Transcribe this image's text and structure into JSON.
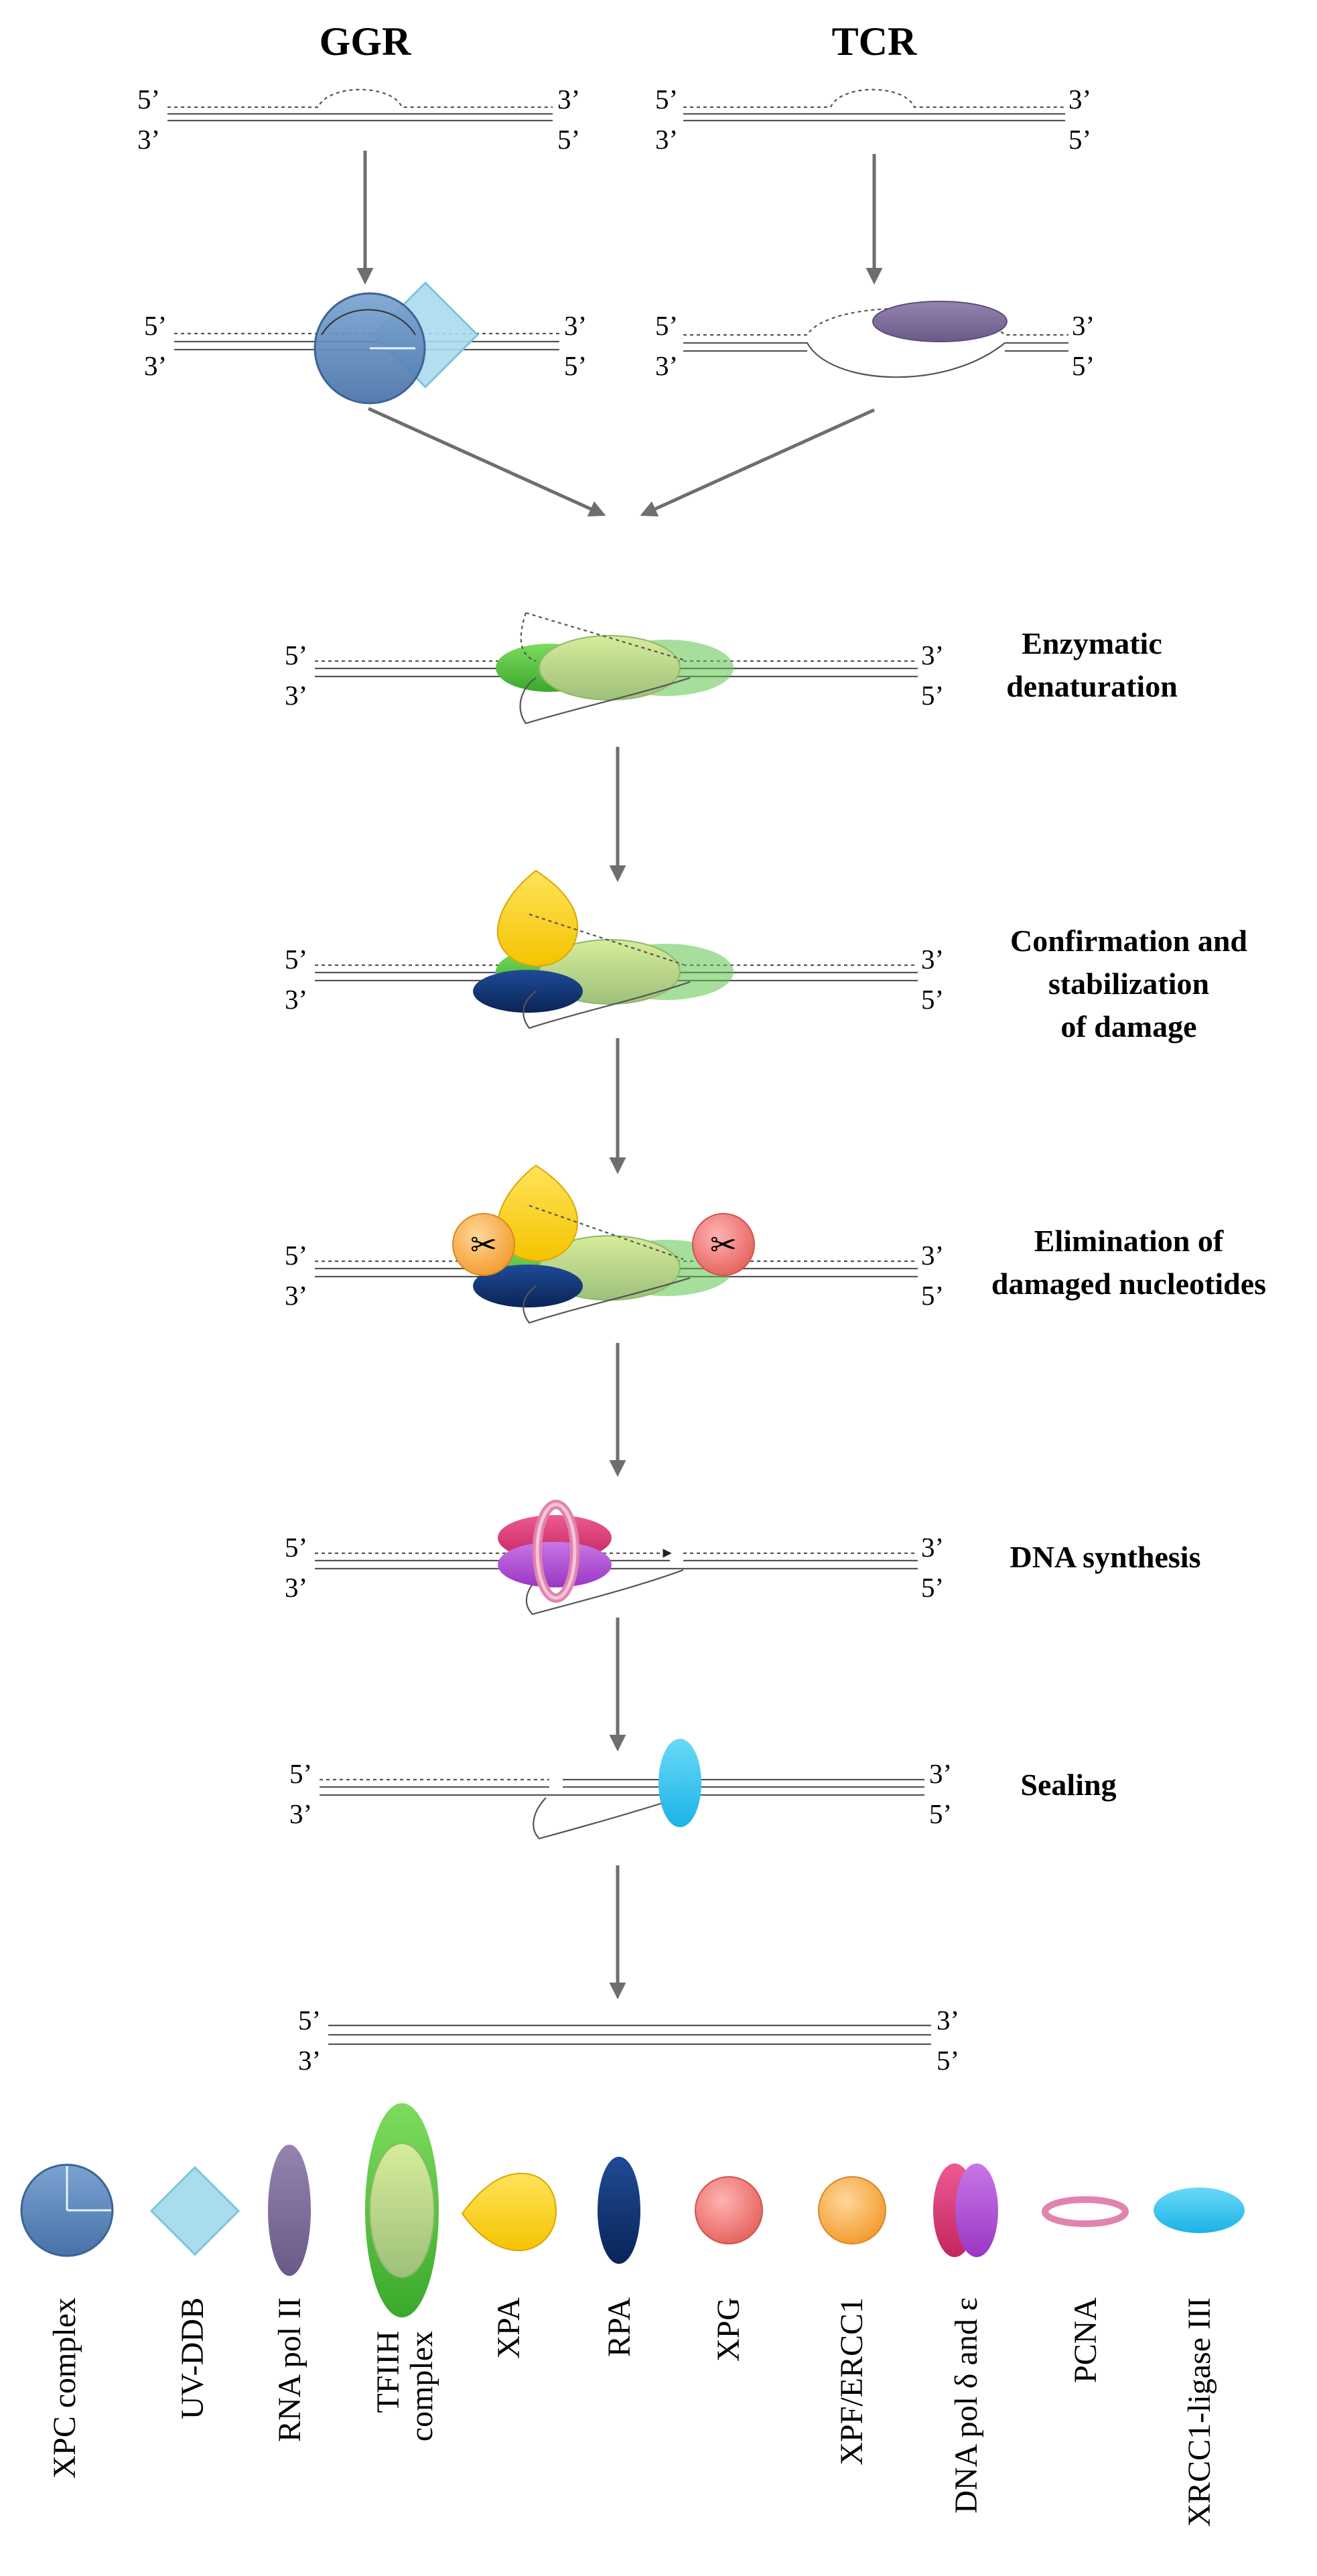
{
  "titles": {
    "ggr": "GGR",
    "tcr": "TCR"
  },
  "ends": {
    "five": "5’",
    "three": "3’"
  },
  "steps": [
    {
      "id": "denaturation",
      "label_lines": [
        "Enzymatic",
        "denaturation"
      ]
    },
    {
      "id": "confirmation",
      "label_lines": [
        "Confirmation and",
        "stabilization",
        "of  damage"
      ]
    },
    {
      "id": "elimination",
      "label_lines": [
        "Elimination of",
        "damaged nucleotides"
      ]
    },
    {
      "id": "synthesis",
      "label_lines": [
        "DNA synthesis"
      ]
    },
    {
      "id": "sealing",
      "label_lines": [
        "Sealing"
      ]
    }
  ],
  "legend": [
    {
      "label": "XPC complex",
      "icon": "circle",
      "color": "#5b86b8"
    },
    {
      "label": "UV-DDB",
      "icon": "diamond",
      "color": "#a8dcee"
    },
    {
      "label": "RNA pol II",
      "icon": "vertical-ellipse",
      "color": "#7d6b99"
    },
    {
      "label": [
        "TFIIH",
        "complex"
      ],
      "icon": "stacked-ellipses",
      "color": "#5cc34a"
    },
    {
      "label": "XPA",
      "icon": "teardrop",
      "color": "#ffd21a"
    },
    {
      "label": "RPA",
      "icon": "vertical-ellipse",
      "color": "#0d2e6b"
    },
    {
      "label": "XPG",
      "icon": "circle",
      "color": "#f08080"
    },
    {
      "label": "XPF/ERCC1",
      "icon": "circle",
      "color": "#ffb450"
    },
    {
      "label": "DNA pol δ and ε",
      "icon": "double-ellipse",
      "color": "#d8356e"
    },
    {
      "label": "PCNA",
      "icon": "ring",
      "color": "#e184ad"
    },
    {
      "label": "XRCC1-ligase III",
      "icon": "horizontal-ellipse",
      "color": "#2ec5f0"
    }
  ]
}
